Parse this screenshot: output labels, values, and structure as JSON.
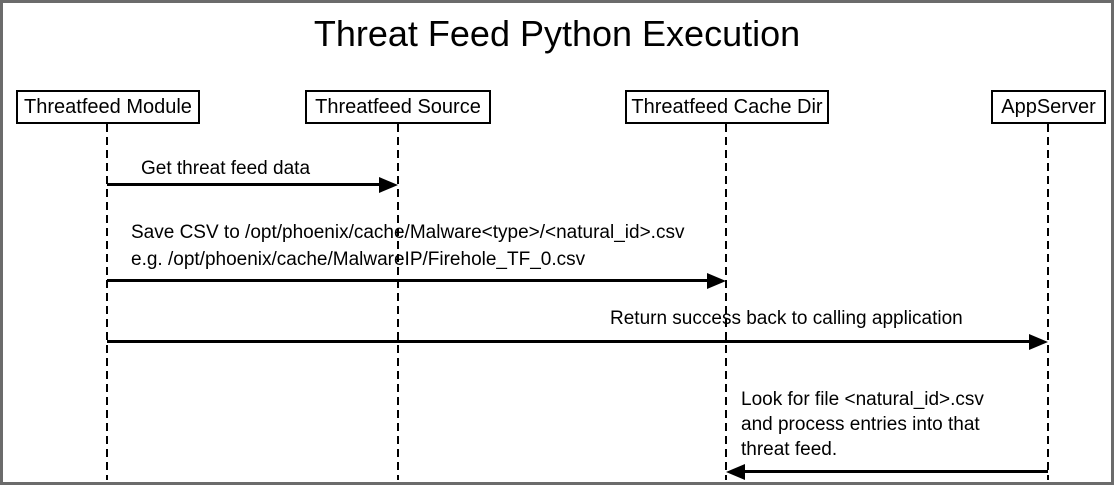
{
  "title": "Threat Feed Python Execution",
  "diagram_type": "sequence-diagram",
  "actors": [
    {
      "id": "threatfeed-module",
      "label": "Threatfeed Module"
    },
    {
      "id": "threatfeed-source",
      "label": "Threatfeed Source"
    },
    {
      "id": "threatfeed-cache-dir",
      "label": "Threatfeed Cache Dir"
    },
    {
      "id": "appserver",
      "label": "AppServer"
    }
  ],
  "messages": [
    {
      "from": "Threatfeed Module",
      "to": "Threatfeed Source",
      "direction": "right",
      "lines": [
        "Get threat feed data"
      ]
    },
    {
      "from": "Threatfeed Module",
      "to": "Threatfeed Cache Dir",
      "direction": "right",
      "lines": [
        "Save CSV to /opt/phoenix/cache/Malware<type>/<natural_id>.csv",
        "e.g. /opt/phoenix/cache/MalwareIP/Firehole_TF_0.csv"
      ]
    },
    {
      "from": "Threatfeed Module",
      "to": "AppServer",
      "direction": "right",
      "lines": [
        "Return success back to calling application"
      ]
    },
    {
      "from": "AppServer",
      "to": "Threatfeed Cache Dir",
      "direction": "left",
      "lines": [
        "Look for file <natural_id>.csv",
        "and process entries into that",
        "threat feed."
      ]
    }
  ],
  "colors": {
    "background": "#ffffff",
    "frame": "#6b6b6b",
    "ink": "#000000"
  }
}
